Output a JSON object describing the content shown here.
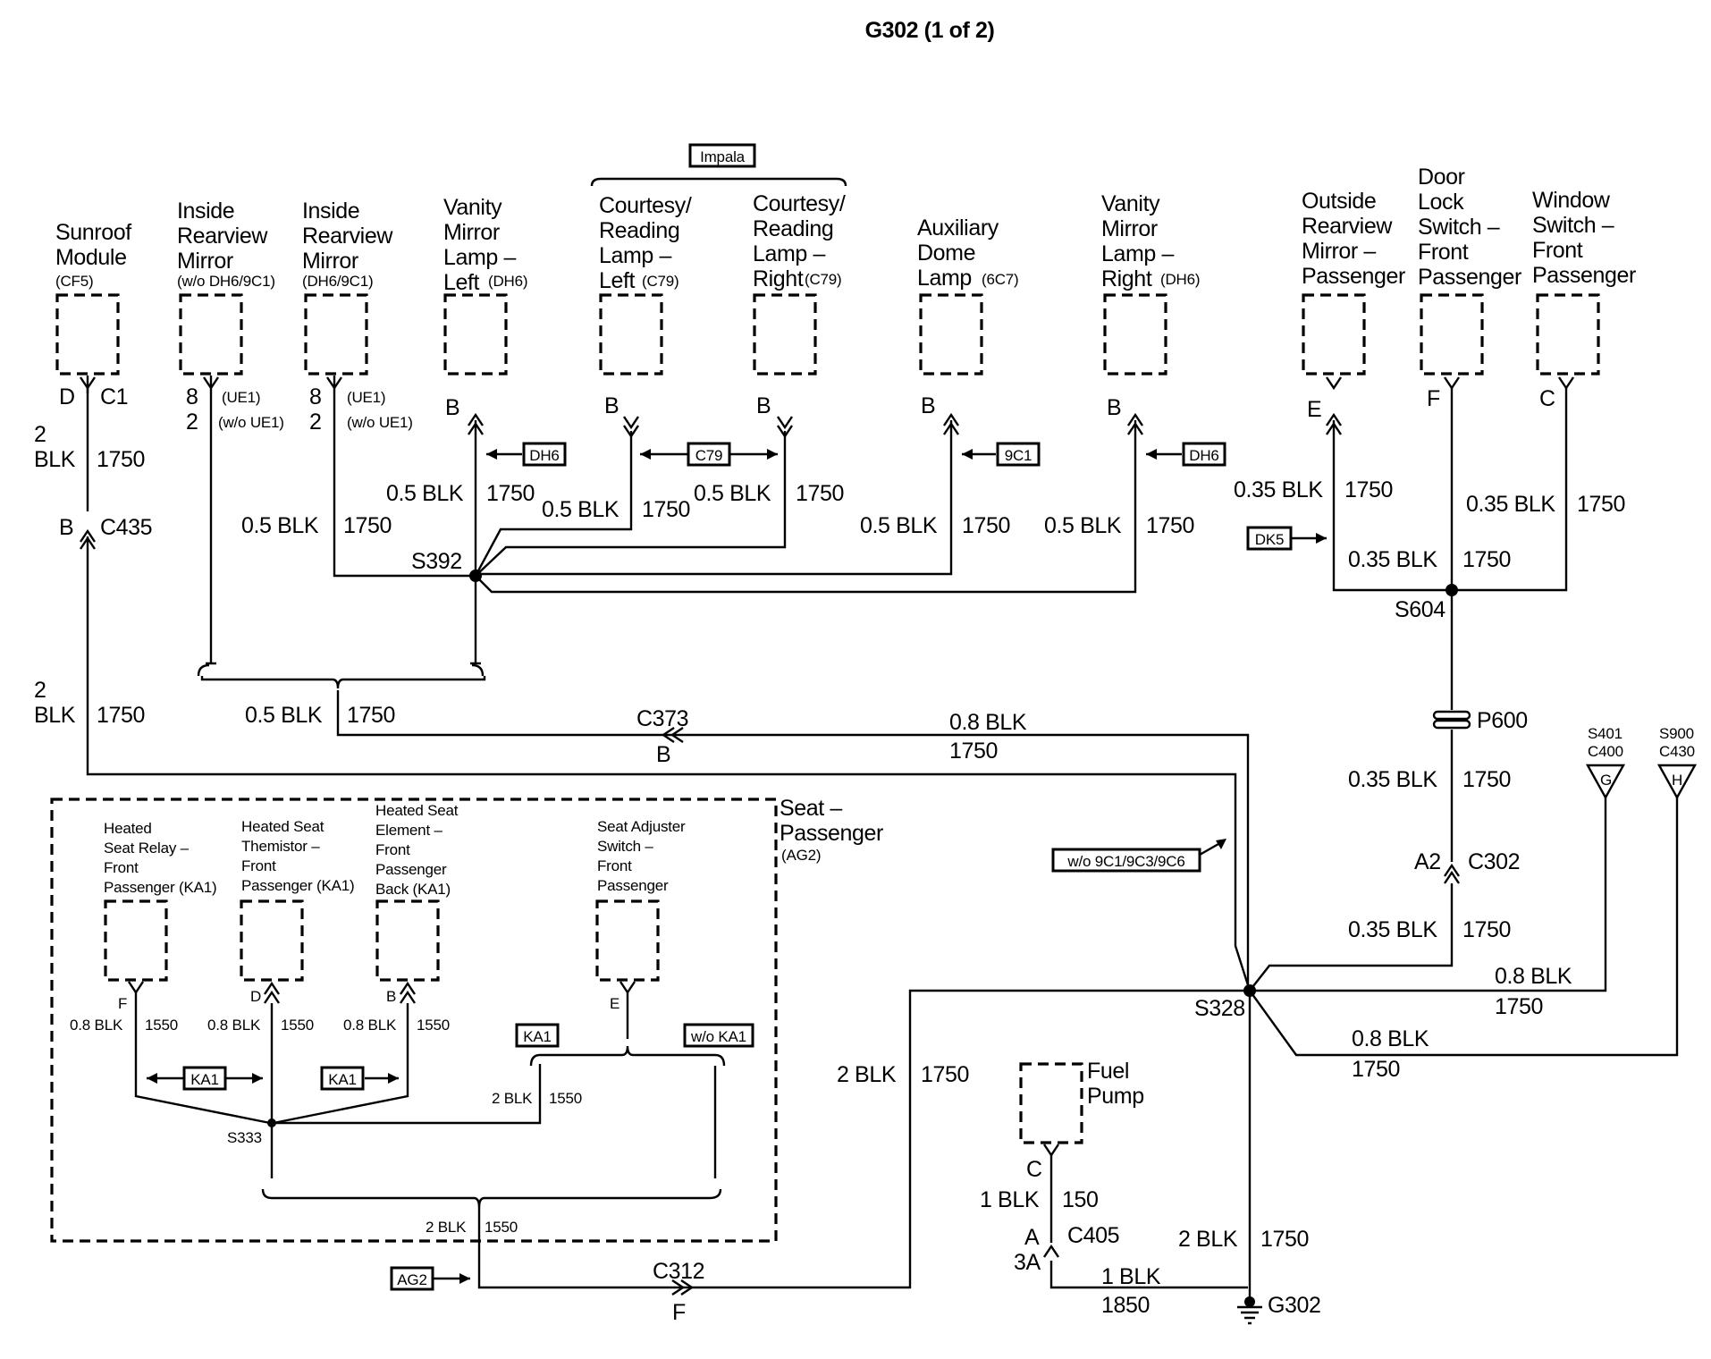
{
  "title": "G302 (1 of 2)",
  "components": {
    "sunroof_module": [
      "Sunroof",
      "Module"
    ],
    "sunroof_module_opt": "(CF5)",
    "inside_mirror_wo": [
      "Inside",
      "Rearview",
      "Mirror"
    ],
    "inside_mirror_wo_opt": "(w/o DH6/9C1)",
    "inside_mirror_w": [
      "Inside",
      "Rearview",
      "Mirror"
    ],
    "inside_mirror_w_opt": "(DH6/9C1)",
    "vanity_left": [
      "Vanity",
      "Mirror",
      "Lamp –",
      "Left"
    ],
    "vanity_left_opt": "(DH6)",
    "courtesy_left": [
      "Courtesy/",
      "Reading",
      "Lamp –",
      "Left"
    ],
    "courtesy_left_opt": "(C79)",
    "courtesy_right": [
      "Courtesy/",
      "Reading",
      "Lamp –",
      "Right"
    ],
    "courtesy_right_opt": "(C79)",
    "aux_dome": [
      "Auxiliary",
      "Dome",
      "Lamp"
    ],
    "aux_dome_opt": "(6C7)",
    "vanity_right": [
      "Vanity",
      "Mirror",
      "Lamp –",
      "Right"
    ],
    "vanity_right_opt": "(DH6)",
    "outside_mirror": [
      "Outside",
      "Rearview",
      "Mirror –",
      "Passenger"
    ],
    "door_lock": [
      "Door",
      "Lock",
      "Switch –",
      "Front",
      "Passenger"
    ],
    "window_switch": [
      "Window",
      "Switch –",
      "Front",
      "Passenger"
    ],
    "seat_relay": [
      "Heated",
      "Seat Relay –",
      "Front",
      "Passenger (KA1)"
    ],
    "seat_thermistor": [
      "Heated Seat",
      "Themistor –",
      "Front",
      "Passenger (KA1)"
    ],
    "seat_element": [
      "Heated Seat",
      "Element –",
      "Front",
      "Passenger",
      "Back (KA1)"
    ],
    "seat_adjuster": [
      "Seat Adjuster",
      "Switch –",
      "Front",
      "Passenger"
    ],
    "seat_passenger": [
      "Seat –",
      "Passenger"
    ],
    "seat_passenger_opt": "(AG2)",
    "fuel_pump": [
      "Fuel",
      "Pump"
    ]
  },
  "options": {
    "impala": "Impala",
    "dh6_left": "DH6",
    "c79": "C79",
    "nine_c1": "9C1",
    "dh6_right": "DH6",
    "dk5": "DK5",
    "wo_9c1": "w/o 9C1/9C3/9C6",
    "ka1_a": "KA1",
    "ka1_b": "KA1",
    "ka1_c": "KA1",
    "wo_ka1": "w/o KA1",
    "ag2": "AG2"
  },
  "pins": {
    "sunroof_pin": "D",
    "sunroof_conn": "C1",
    "mirror_wo_pin1": "8",
    "mirror_wo_pin1_opt": "(UE1)",
    "mirror_wo_pin2": "2",
    "mirror_wo_pin2_opt": "(w/o UE1)",
    "mirror_w_pin1": "8",
    "mirror_w_pin1_opt": "(UE1)",
    "mirror_w_pin2": "2",
    "mirror_w_pin2_opt": "(w/o UE1)",
    "vanity_left_pin": "B",
    "courtesy_left_pin": "B",
    "courtesy_right_pin": "B",
    "aux_dome_pin": "B",
    "vanity_right_pin": "B",
    "outside_mirror_pin": "E",
    "door_lock_pin": "F",
    "window_switch_pin": "C",
    "c435_pin": "B",
    "c435": "C435",
    "c373": "C373",
    "c373_pin": "B",
    "p600": "P600",
    "c302_pin": "A2",
    "c302": "C302",
    "relay_pin": "F",
    "thermistor_pin": "D",
    "element_pin": "B",
    "adjuster_pin": "E",
    "fuel_pin": "C",
    "c405_pin": "A",
    "c405_pin2": "3A",
    "c405": "C405",
    "c312": "C312",
    "c312_pin": "F"
  },
  "splices": {
    "s392": "S392",
    "s604": "S604",
    "s328": "S328",
    "s333": "S333",
    "g302": "G302",
    "s401": "S401",
    "c400": "C400",
    "s401_pin": "G",
    "s900": "S900",
    "c430": "C430",
    "s900_pin": "H"
  },
  "wires": {
    "sunroof_size": "2",
    "sunroof_color": "BLK",
    "sunroof_circuit": "1750",
    "c435_size": "2",
    "c435_color": "BLK",
    "c435_circuit": "1750",
    "mirror_label": "0.5 BLK",
    "mirror_circuit": "1750",
    "vanity_left_label": "0.5 BLK",
    "vanity_left_circuit": "1750",
    "courtesy_left_label": "0.5 BLK",
    "courtesy_left_circuit": "1750",
    "courtesy_right_label": "0.5 BLK",
    "courtesy_right_circuit": "1750",
    "aux_dome_label": "0.5 BLK",
    "aux_dome_circuit": "1750",
    "vanity_right_label": "0.5 BLK",
    "vanity_right_circuit": "1750",
    "outside_mirror_label": "0.35 BLK",
    "outside_mirror_circuit": "1750",
    "window_switch_label": "0.35 BLK",
    "window_switch_circuit": "1750",
    "door_lock_label": "0.35 BLK",
    "door_lock_circuit": "1750",
    "s392_out_label": "0.5 BLK",
    "s392_out_circuit": "1750",
    "c373_wire_label": "0.8 BLK",
    "c373_wire_circuit": "1750",
    "p600_label": "0.35 BLK",
    "p600_circuit": "1750",
    "c302_label": "0.35 BLK",
    "c302_circuit": "1750",
    "s401_label": "0.8 BLK",
    "s401_circuit": "1750",
    "s900_label": "0.8 BLK",
    "s900_circuit": "1750",
    "c312_wire_label": "2 BLK",
    "c312_wire_circuit": "1750",
    "relay_label": "0.8 BLK",
    "relay_circuit": "1550",
    "thermistor_label": "0.8 BLK",
    "thermistor_circuit": "1550",
    "element_label": "0.8 BLK",
    "element_circuit": "1550",
    "adjuster_label": "2 BLK",
    "adjuster_circuit": "1550",
    "seat_out_label": "2 BLK",
    "seat_out_circuit": "1550",
    "fuel_label": "1 BLK",
    "fuel_circuit": "150",
    "c405_label": "1 BLK",
    "c405_circuit": "1850",
    "g302_label": "2 BLK",
    "g302_circuit": "1750"
  }
}
